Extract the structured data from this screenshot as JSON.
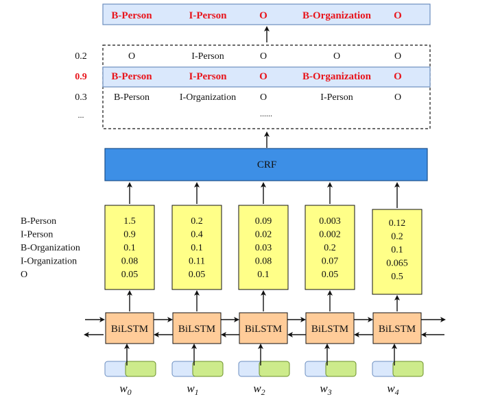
{
  "output_tags": [
    "B-Person",
    "I-Person",
    "O",
    "B-Organization",
    "O"
  ],
  "sequences": [
    {
      "score": "0.2",
      "tags": [
        "O",
        "I-Person",
        "O",
        "O",
        "O"
      ],
      "best": false
    },
    {
      "score": "0.9",
      "tags": [
        "B-Person",
        "I-Person",
        "O",
        "B-Organization",
        "O"
      ],
      "best": true
    },
    {
      "score": "0.3",
      "tags": [
        "B-Person",
        "I-Organization",
        "O",
        "I-Person",
        "O"
      ],
      "best": false
    }
  ],
  "more_scores": "...",
  "more_tags": "......",
  "crf_label": "CRF",
  "tag_labels": [
    "B-Person",
    "I-Person",
    "B-Organization",
    "I-Organization",
    "O"
  ],
  "emissions": [
    [
      "1.5",
      "0.9",
      "0.1",
      "0.08",
      "0.05"
    ],
    [
      "0.2",
      "0.4",
      "0.1",
      "0.11",
      "0.05"
    ],
    [
      "0.09",
      "0.02",
      "0.03",
      "0.08",
      "0.1"
    ],
    [
      "0.003",
      "0.002",
      "0.2",
      "0.07",
      "0.05"
    ],
    [
      "0.12",
      "0.2",
      "0.1",
      "0.065",
      "0.5"
    ]
  ],
  "bilstm_label": "BiLSTM",
  "words": [
    {
      "base": "w",
      "sub": "0"
    },
    {
      "base": "w",
      "sub": "1"
    },
    {
      "base": "w",
      "sub": "2"
    },
    {
      "base": "w",
      "sub": "3"
    },
    {
      "base": "w",
      "sub": "4"
    }
  ],
  "colors": {
    "highlight_fill": "#dae8fc",
    "highlight_stroke": "#6c8ebf",
    "crf_fill": "#3d8fe6",
    "emission_fill": "#ffff88",
    "bilstm_fill": "#ffcc99",
    "embed_left": "#dae8fc",
    "embed_right": "#cdeb8b",
    "best_text": "#e8141b"
  }
}
